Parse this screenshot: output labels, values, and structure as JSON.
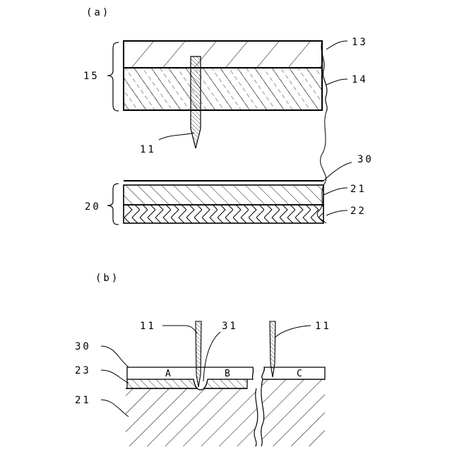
{
  "panel_a": {
    "caption": "(a)",
    "labels": {
      "l13": "13",
      "l14": "14",
      "l15": "15",
      "l11": "11",
      "l30": "30",
      "l21": "21",
      "l20": "20",
      "l22": "22"
    }
  },
  "panel_b": {
    "caption": "(b)",
    "labels": {
      "l11_left": "11",
      "l31": "31",
      "l11_right": "11",
      "l30": "30",
      "l23": "23",
      "l21": "21"
    },
    "regions": {
      "a": "A",
      "b": "B",
      "c": "C"
    }
  },
  "colors": {
    "line": "#000000",
    "background": "#ffffff"
  }
}
